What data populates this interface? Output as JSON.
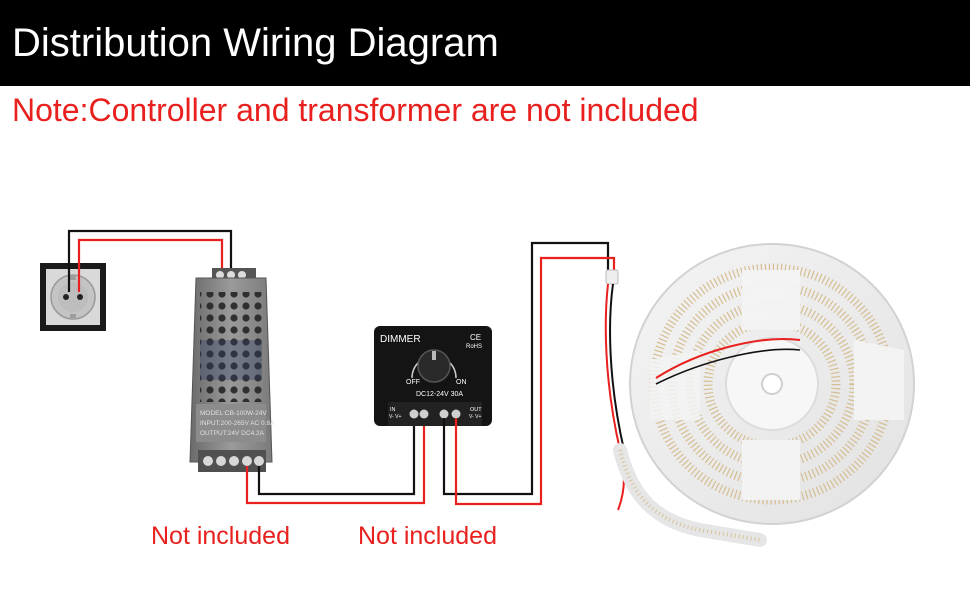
{
  "header": {
    "title": "Distribution Wiring Diagram"
  },
  "note": {
    "text": "Note:Controller and transformer are not included"
  },
  "power_supply": {
    "label_model": "MODEL:CB-100W-24V",
    "label_input": "INPUT:200-265V AC 0.8A",
    "label_output": "OUTPUT:24V DC4.2A",
    "caption": "Not included"
  },
  "dimmer": {
    "title": "DIMMER",
    "ce_mark": "CE",
    "rohs_mark": "RoHS",
    "off_label": "OFF",
    "on_label": "ON",
    "rating": "DC12-24V 30A",
    "in_label": "IN",
    "out_label": "OUT",
    "in_terms": "V- V+",
    "out_terms": "V- V+",
    "caption": "Not included"
  },
  "colors": {
    "header_bg": "#000000",
    "header_text": "#ffffff",
    "note": "#e8201e",
    "wire_red": "#e8201e",
    "wire_black": "#111111"
  }
}
